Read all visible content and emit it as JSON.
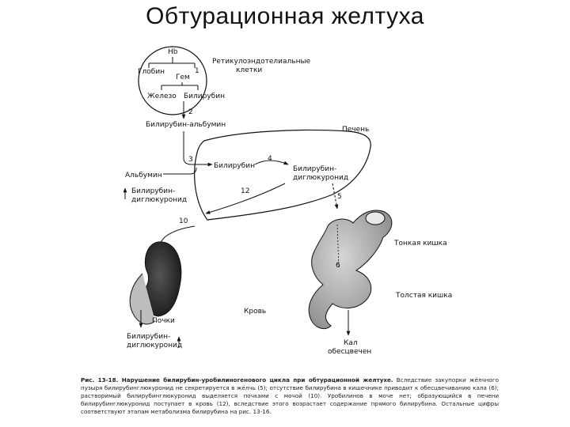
{
  "title": "Обтурационная желтуха",
  "labels": {
    "hb": "Hb",
    "globin": "Глобин",
    "gem": "Гем",
    "iron": "Железо",
    "bilirubin_cell": "Билирубин",
    "rec_line1": "Ретикулоэндотелиальные",
    "rec_line2": "клетки",
    "bili_albumin": "Билирубин-альбумин",
    "liver": "Печень",
    "albumin": "Альбумин",
    "bilirubin_liver": "Билирубин",
    "bdg_liver_1": "Билирубин-",
    "bdg_liver_2": "диглюкуронид",
    "bdg_blood_1": "Билирубин-",
    "bdg_blood_2": "диглюкуронид",
    "small_intestine": "Тонкая кишка",
    "large_intestine": "Толстая кишка",
    "blood": "Кровь",
    "kidneys": "Почки",
    "bdg_urine_1": "Билирубин-",
    "bdg_urine_2": "диглюкуронид",
    "feces_1": "Кал",
    "feces_2": "обесцвечен"
  },
  "step_numbers": {
    "n1": "1",
    "n2": "2",
    "n3": "3",
    "n4": "4",
    "n5": "5",
    "n6": "6",
    "n10": "10",
    "n12": "12"
  },
  "caption": {
    "lead": "Рис. 13-18. Нарушение билирубин-уробилиногенового цикла при обтурационной желтухе.",
    "body": " Вследствие закупорки жёлчного пузыря билирубинглюкуронид не секретируется в жёлчь (5); отсутствие билирубина в кишечнике приводит к обесцвечиванию кала (6); растворимый билирубинглюкуронид выделяется почками с мочой (10). Уробилинов в моче нет; образующийся в печени билирубинглюкуронид поступает в кровь (12), вследствие этого возрастает содержание прямого билирубина. Остальные цифры соответствуют этапам метаболизма билирубина на рис. 13-16."
  }
}
